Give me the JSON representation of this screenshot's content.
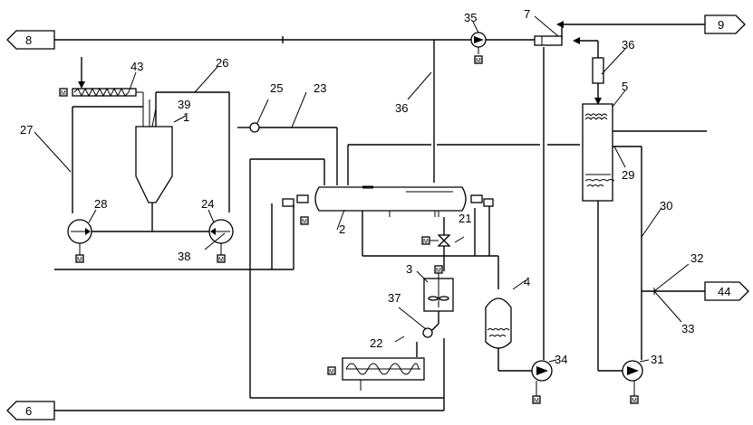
{
  "terminals": {
    "t8": "8",
    "t9": "9",
    "t6": "6",
    "t44": "44"
  },
  "labels": {
    "l1": "1",
    "l2": "2",
    "l3": "3",
    "l4": "4",
    "l5": "5",
    "l7": "7",
    "l21": "21",
    "l22": "22",
    "l23": "23",
    "l24": "24",
    "l25": "25",
    "l26": "26",
    "l27": "27",
    "l28": "28",
    "l29": "29",
    "l30": "30",
    "l31": "31",
    "l32": "32",
    "l33": "33",
    "l34": "34",
    "l35": "35",
    "l36a": "36",
    "l36b": "36",
    "l37": "37",
    "l38": "38",
    "l39": "39",
    "l43": "43"
  },
  "motor_mark": "M",
  "colors": {
    "line": "#000000",
    "background": "#ffffff"
  }
}
